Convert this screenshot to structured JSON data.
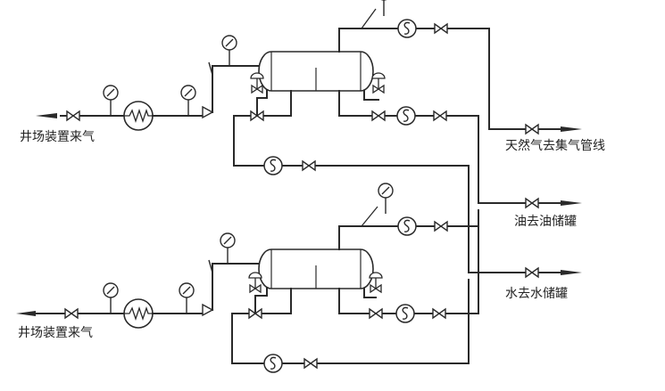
{
  "labels": {
    "inlet_top": "井场装置来气",
    "inlet_bottom": "井场装置来气",
    "gas_out": "天然气去集气管线",
    "oil_out": "油去油储罐",
    "water_out": "水去水储罐"
  },
  "icons": {
    "valve": "gate-valve-icon",
    "gauge": "pressure-gauge-icon",
    "heater": "heat-exchanger-icon",
    "meter": "flow-meter-icon",
    "separator": "three-phase-separator-icon",
    "level_valve": "level-control-valve-icon",
    "check_valve": "check-valve-icon"
  },
  "colors": {
    "line": "#2a2a2a",
    "background": "#ffffff"
  }
}
